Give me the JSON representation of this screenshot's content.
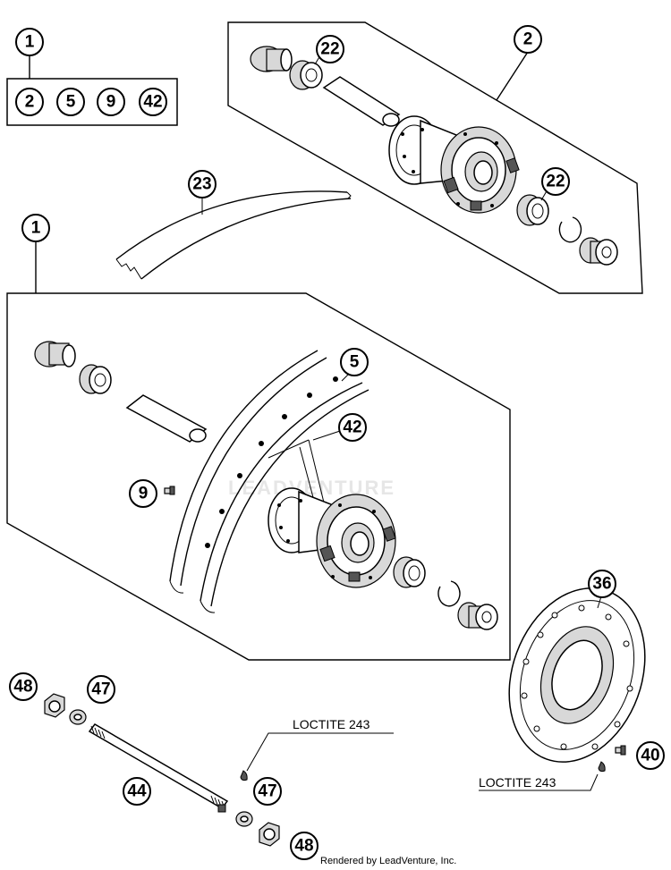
{
  "callouts": {
    "kit_top": "1",
    "kit_items": [
      "2",
      "5",
      "9",
      "42"
    ],
    "hub": "2",
    "bearing_top": "22",
    "bearing_right": "22",
    "rim_band": "23",
    "wheel": "1",
    "rim": "5",
    "spokes": "42",
    "nipple": "9",
    "brake_disc": "36",
    "disc_screw": "40",
    "nut_top": "48",
    "washer_top": "47",
    "axle": "44",
    "washer_bottom": "47",
    "nut_bottom": "48"
  },
  "notes": {
    "loctite_upper": "LOCTITE 243",
    "loctite_lower": "LOCTITE 243"
  },
  "credit": "Rendered by LeadVenture, Inc."
}
